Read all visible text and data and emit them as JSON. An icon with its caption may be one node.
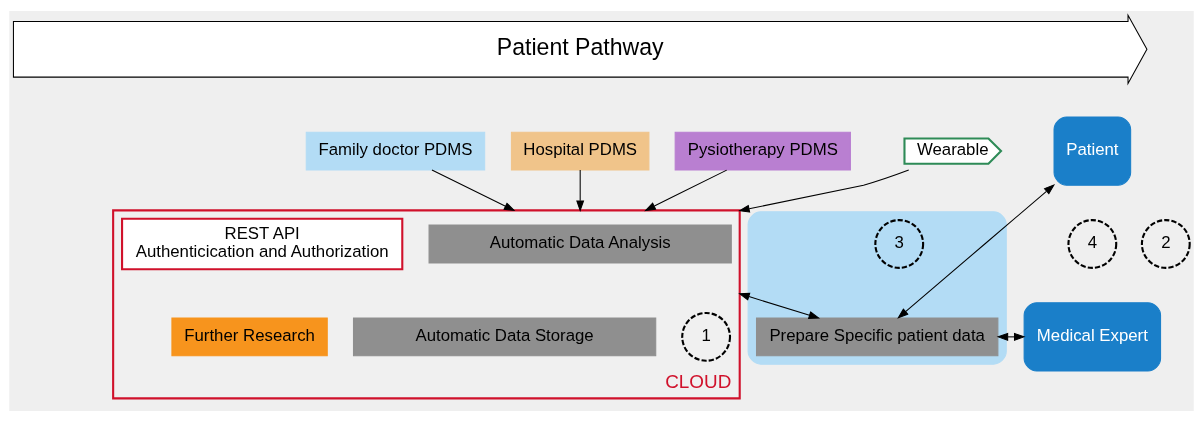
{
  "diagram": {
    "nodes": [
      {
        "text": [
          "Patient Pathway"
        ]
      },
      {
        "text": [
          "Family doctor PDMS"
        ]
      },
      {
        "text": [
          "Hospital PDMS"
        ]
      },
      {
        "text": [
          "Pysiotherapy PDMS"
        ]
      },
      {
        "text": [
          "Wearable"
        ]
      },
      {
        "text": [
          "Patient"
        ]
      },
      {
        "text": [
          "2"
        ]
      },
      {
        "text": [
          "CLOUD"
        ]
      },
      {
        "text": [
          "REST API",
          "Authenticication and Authorization"
        ],
        "in": 7
      },
      {
        "text": [
          "Automatic Data Analysis"
        ],
        "in": 7
      },
      {
        "text": [
          "Automatic Data Storage"
        ],
        "in": 7
      },
      {
        "text": [
          "Further Research"
        ],
        "in": 7
      },
      {
        "text": [
          "1"
        ],
        "in": 7
      },
      {
        "text": [],
        "shape": "cloud"
      },
      {
        "text": [
          "3"
        ],
        "in": 13
      },
      {
        "text": [
          "Prepare Specific patient data"
        ],
        "in": 13
      },
      {
        "text": [
          "4"
        ]
      },
      {
        "text": [
          "Medical Expert"
        ]
      }
    ],
    "edges": [
      {
        "from": 1,
        "to": 7,
        "arrow": "to"
      },
      {
        "from": 2,
        "to": 7,
        "arrow": "to"
      },
      {
        "from": 3,
        "to": 7,
        "arrow": "to"
      },
      {
        "from": 4,
        "to": 7,
        "arrow": "to"
      },
      {
        "from": 7,
        "to": 15,
        "arrow": "both"
      },
      {
        "from": 15,
        "to": 5,
        "arrow": "both"
      },
      {
        "from": 15,
        "to": 17,
        "arrow": "both"
      }
    ]
  }
}
